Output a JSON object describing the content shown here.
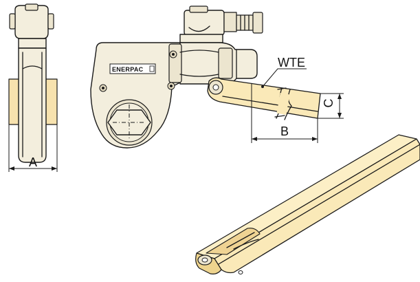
{
  "brand": {
    "logo_text": "ENERPAC"
  },
  "labels": {
    "part_name": "WTE",
    "dim_a": "A",
    "dim_b": "B",
    "dim_c": "C"
  },
  "colors": {
    "tool_body": "#f3eedd",
    "reaction_arm": "#fae9b8",
    "bearing_pad": "#f7e2ae",
    "outline": "#1a1a1a"
  }
}
